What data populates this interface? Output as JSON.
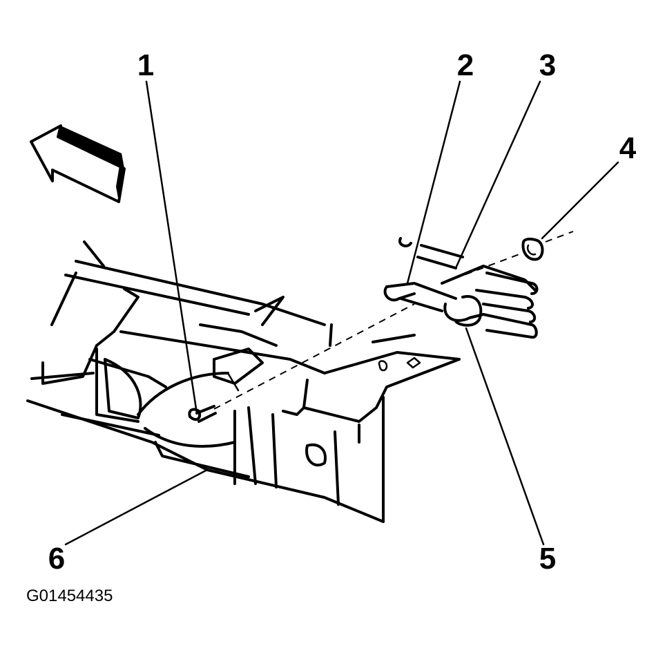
{
  "diagram": {
    "figure_id": "G01454435",
    "callouts": [
      {
        "id": "1",
        "label": "1"
      },
      {
        "id": "2",
        "label": "2"
      },
      {
        "id": "3",
        "label": "3"
      },
      {
        "id": "4",
        "label": "4"
      },
      {
        "id": "5",
        "label": "5"
      },
      {
        "id": "6",
        "label": "6"
      }
    ],
    "colors": {
      "ink": "#000000",
      "background": "#ffffff"
    },
    "icons": [
      "direction-arrow-icon"
    ]
  }
}
